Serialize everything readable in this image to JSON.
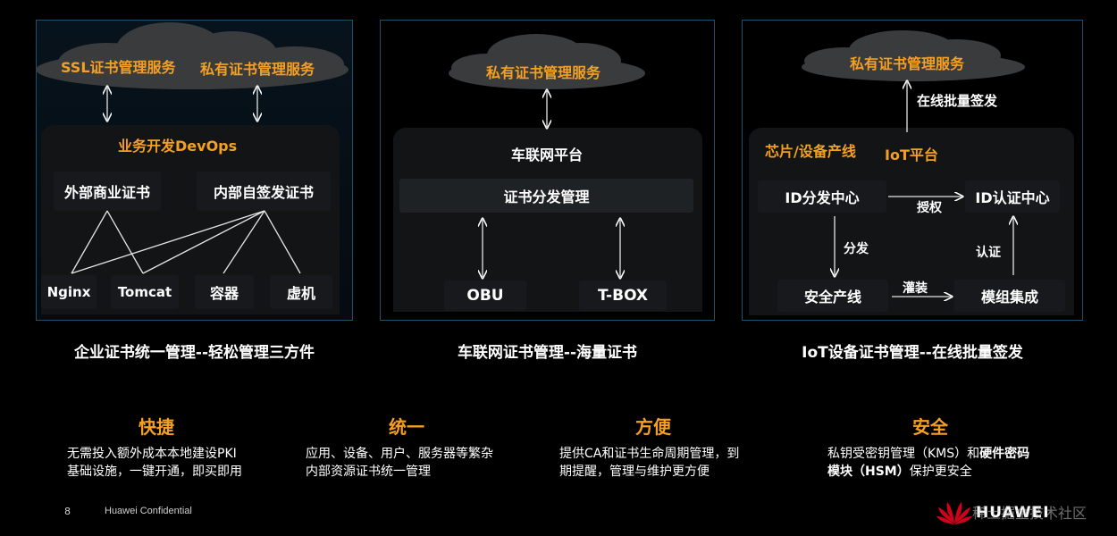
{
  "panels": [
    {
      "cloud_labels": [
        "SSL证书管理服务",
        "私有证书管理服务"
      ],
      "platform_title": "业务开发DevOps",
      "boxes": [
        "外部商业证书",
        "内部自签发证书"
      ],
      "targets": [
        "Nginx",
        "Tomcat",
        "容器",
        "虚机"
      ],
      "caption": "企业证书统一管理--轻松管理三方件"
    },
    {
      "cloud_labels": [
        "私有证书管理服务"
      ],
      "platform_title": "车联网平台",
      "boxes": [
        "证书分发管理"
      ],
      "targets": [
        "OBU",
        "T-BOX"
      ],
      "caption": "车联网证书管理--海量证书"
    },
    {
      "cloud_labels": [
        "私有证书管理服务"
      ],
      "arrow_label": "在线批量签发",
      "platform_titles": [
        "芯片/设备产线",
        "IoT平台"
      ],
      "boxes": [
        "ID分发中心",
        "ID认证中心",
        "安全产线",
        "模组集成"
      ],
      "edge_labels": [
        "授权",
        "分发",
        "认证",
        "灌装"
      ],
      "caption": "IoT设备证书管理--在线批量签发"
    }
  ],
  "features": [
    {
      "title": "快捷",
      "desc": [
        "无需投入额外成本本地建设PKI",
        "基础设施，一键开通，即买即用"
      ]
    },
    {
      "title": "统一",
      "desc": [
        "应用、设备、用户、服务器等繁杂",
        "内部资源证书统一管理"
      ]
    },
    {
      "title": "方便",
      "desc": [
        "提供CA和证书生命周期管理，到",
        "期提醒，管理与维护更方便"
      ]
    },
    {
      "title": "安全",
      "desc_rich": [
        [
          {
            "t": "私钥受密钥管理（KMS）和",
            "b": false
          },
          {
            "t": "硬件密码",
            "b": true
          }
        ],
        [
          {
            "t": "模块（HSM）",
            "b": true
          },
          {
            "t": "保护更安全",
            "b": false
          }
        ]
      ]
    }
  ],
  "footer": {
    "page_number": "8",
    "confidential": "Huawei Confidential",
    "logo_text": "HUAWEI",
    "watermark": "稀土掘金技术社区"
  },
  "colors": {
    "accent": "#f5a020",
    "panel_border": "#1f4f6a",
    "cloud": "#3a3b3d",
    "box": "#17191c"
  }
}
